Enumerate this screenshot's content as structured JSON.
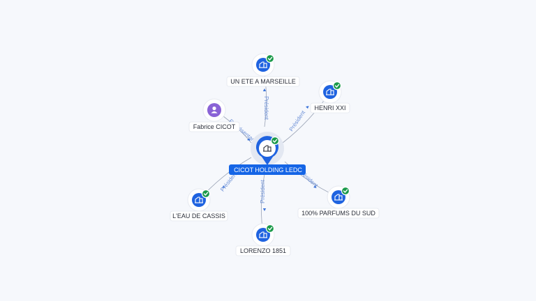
{
  "center": {
    "label": "CICOT HOLDING LEDC",
    "icon": "building-icon",
    "verified": true
  },
  "nodes": [
    {
      "id": "un-ete",
      "label": "UN ETE A MARSEILLE",
      "icon": "building-icon",
      "verified": true,
      "edge_label": "Président"
    },
    {
      "id": "henri",
      "label": "HENRI XXI",
      "icon": "building-icon",
      "verified": true,
      "edge_label": "Président"
    },
    {
      "id": "fabrice",
      "label": "Fabrice CICOT",
      "icon": "person-icon",
      "verified": false,
      "edge_label": "Représentant"
    },
    {
      "id": "cassis",
      "label": "L'EAU DE CASSIS",
      "icon": "building-icon",
      "verified": true,
      "edge_label": "Président"
    },
    {
      "id": "lorenzo",
      "label": "LORENZO 1851",
      "icon": "building-icon",
      "verified": true,
      "edge_label": "Président"
    },
    {
      "id": "parfums",
      "label": "100% PARFUMS DU SUD",
      "icon": "building-icon",
      "verified": true,
      "edge_label": "Président"
    }
  ],
  "colors": {
    "company": "#1f63e0",
    "person": "#8a63d6",
    "verified": "#1a9a4a",
    "center_label_bg": "#1565e6",
    "edge_label": "#6b8fd6"
  }
}
